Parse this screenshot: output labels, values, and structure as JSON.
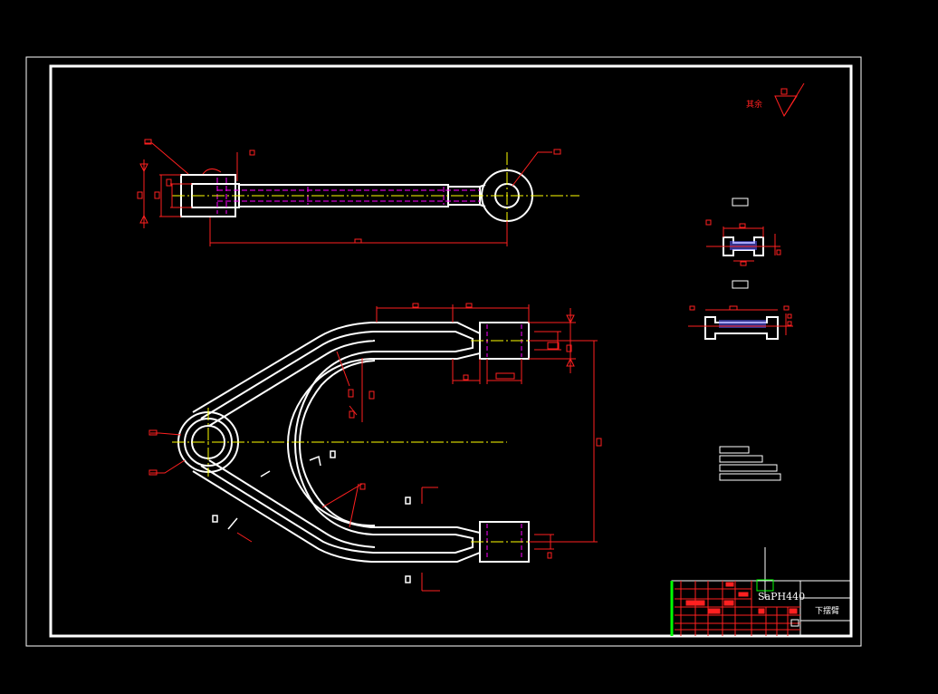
{
  "drawing": {
    "title_block": {
      "drawing_number": "SaPH440",
      "part_name": "下摆臂"
    },
    "roughness_note": {
      "label": "其余"
    }
  },
  "colors": {
    "background": "#000000",
    "outline": "#ffffff",
    "dimension": "#ff2020",
    "centerline": "#ffff00",
    "hidden": "#ff00ff",
    "accent": "#00ff00"
  }
}
